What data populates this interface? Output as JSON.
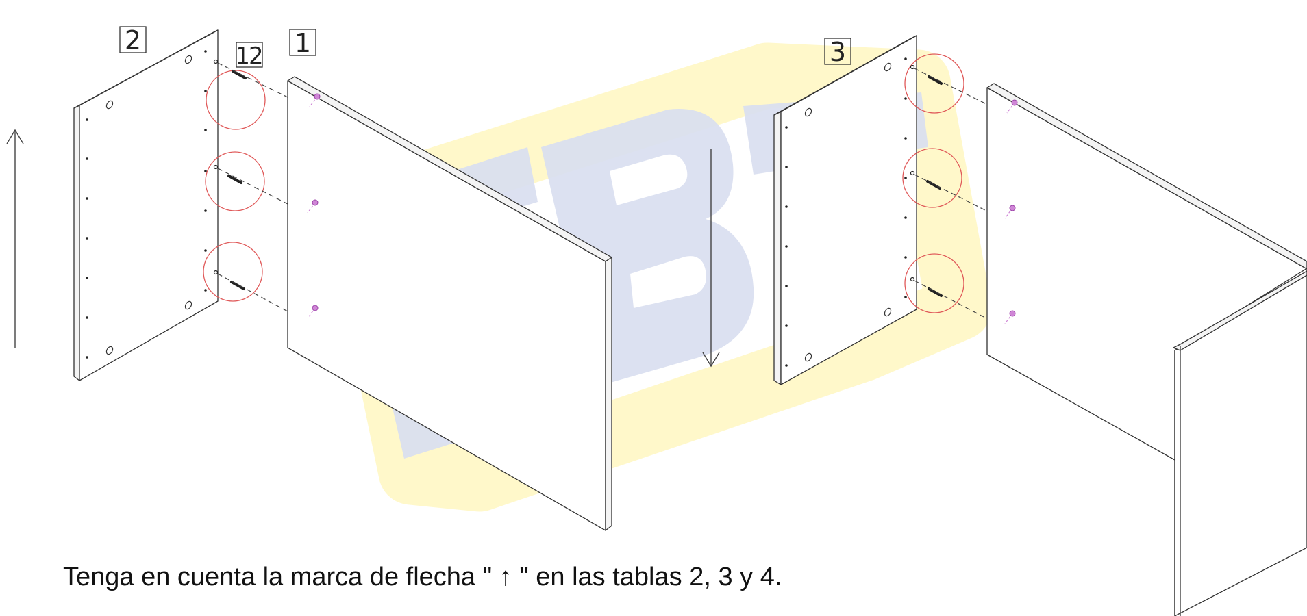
{
  "labels": {
    "panel_2": "2",
    "dowel_12": "12",
    "panel_1": "1",
    "panel_3": "3"
  },
  "caption": "Tenga en cuenta la marca de flecha \" ↑ \" en las tablas 2, 3 y 4.",
  "watermark": {
    "text": "EBT",
    "colors": {
      "outline": "#fff7c4",
      "fill": "#d9def0"
    }
  },
  "colors": {
    "line": "#333333",
    "highlight_circle": "#e05a5a",
    "cam_fitting": "#cf86d6"
  }
}
